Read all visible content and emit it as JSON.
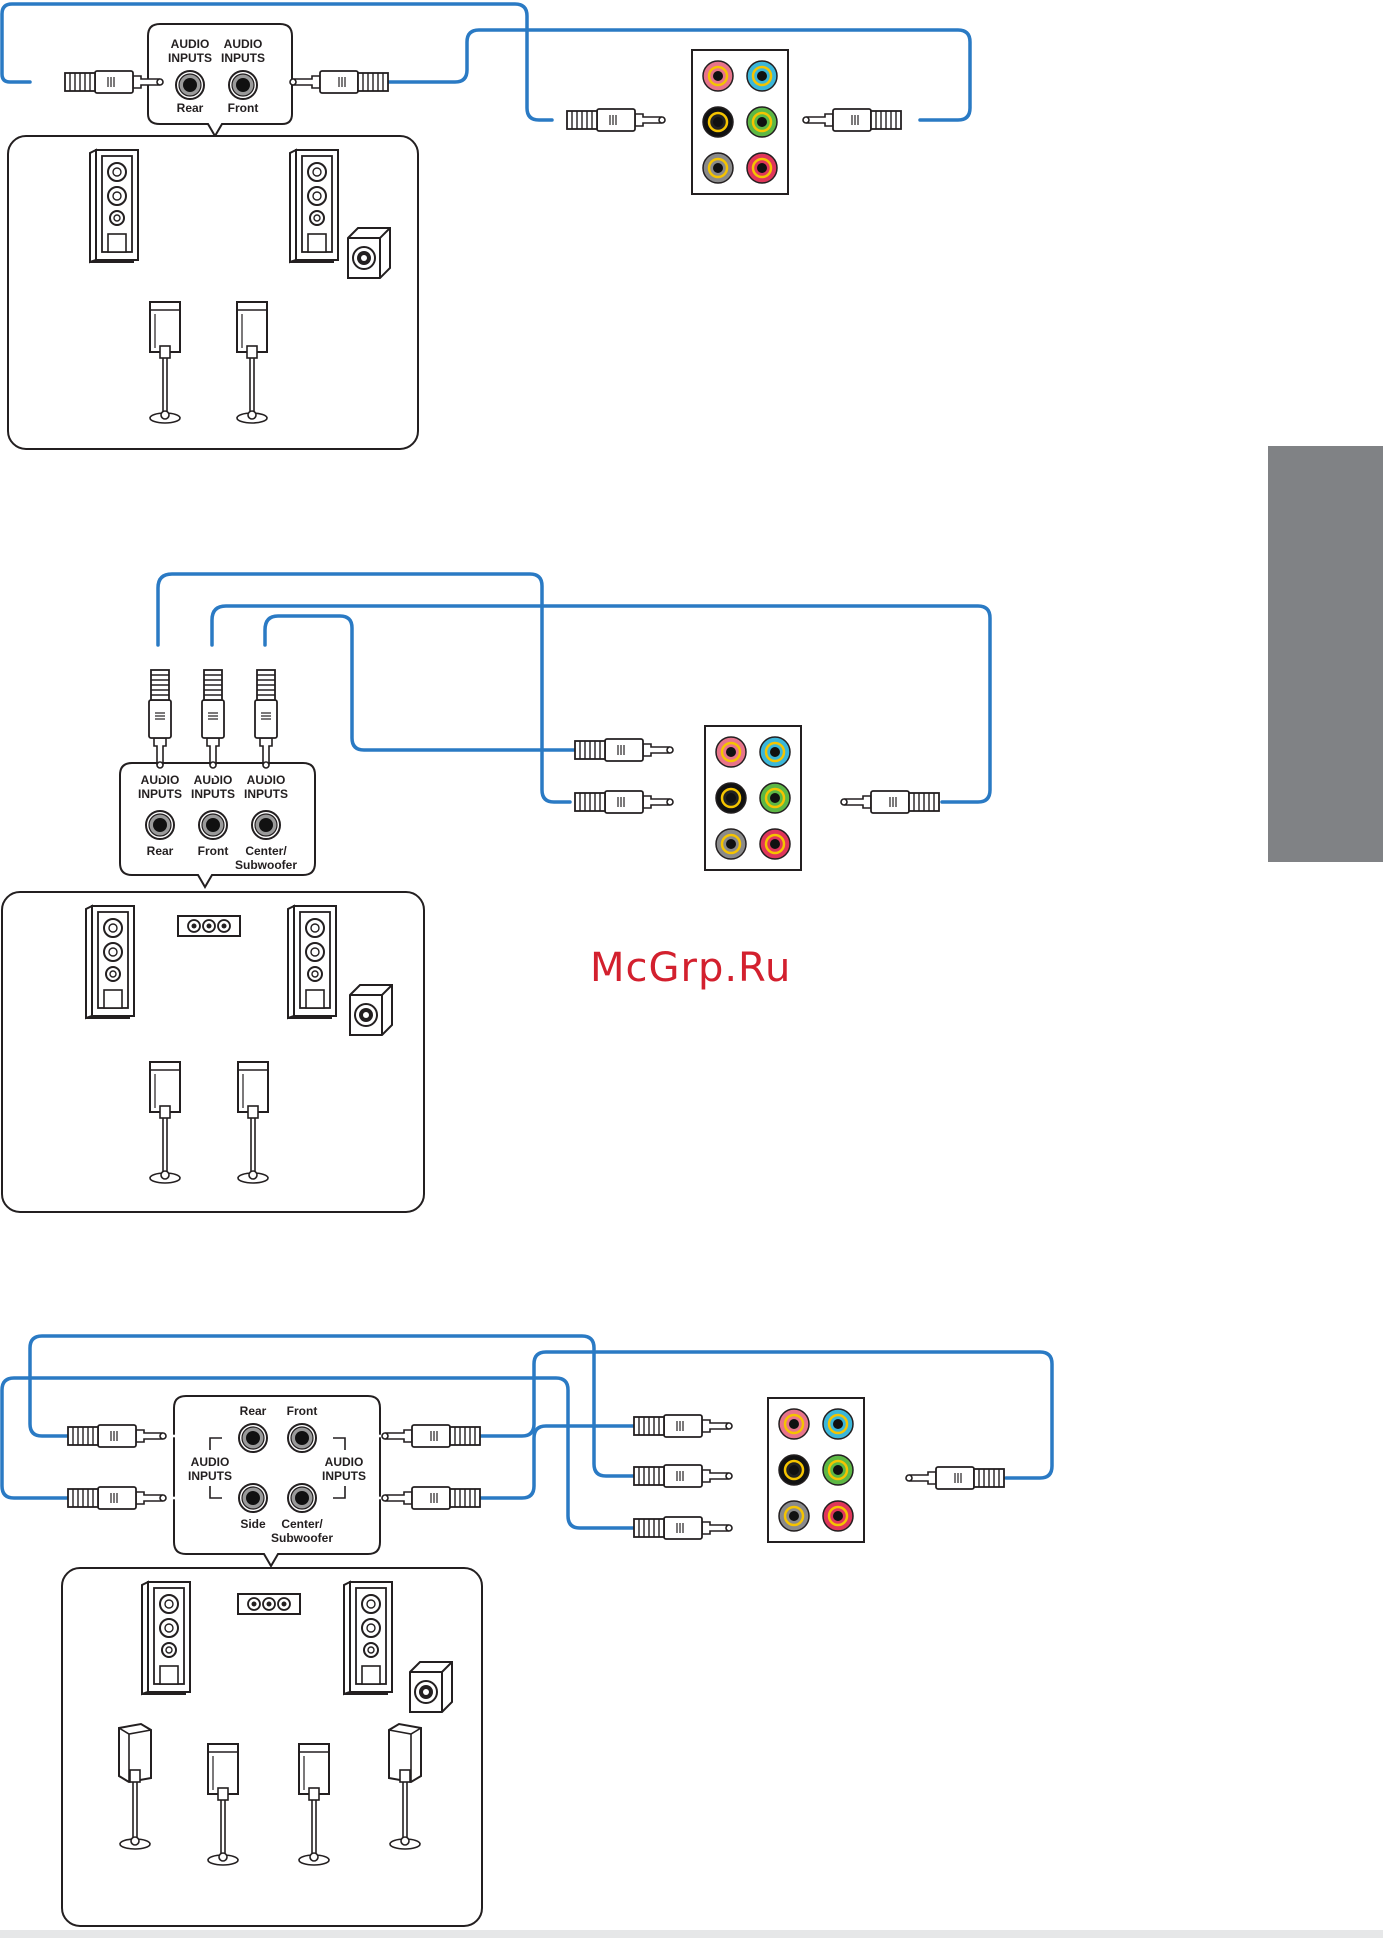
{
  "watermark": "McGrp.Ru",
  "colors": {
    "cable": "#2a7ac4",
    "line": "#231f20",
    "side_tab": "#808285",
    "watermark": "#d3202e",
    "jack_pink": "#e8748a",
    "jack_blue": "#3bb7d9",
    "jack_black": "#111111",
    "jack_green": "#5db845",
    "jack_gray": "#8a8a8a",
    "jack_red": "#e0365a",
    "jack_ring": "#f5c400"
  },
  "icons": [
    "speaker-tower-icon",
    "subwoofer-icon",
    "satellite-speaker-icon",
    "center-speaker-icon",
    "audio-plug-icon",
    "audio-jack-icon"
  ],
  "diagrams": [
    {
      "jack_labels": [
        {
          "title": "AUDIO INPUTS",
          "name": "Rear"
        },
        {
          "title": "AUDIO INPUTS",
          "name": "Front"
        }
      ]
    },
    {
      "jack_labels": [
        {
          "title": "AUDIO INPUTS",
          "name": "Rear"
        },
        {
          "title": "AUDIO INPUTS",
          "name": "Front"
        },
        {
          "title": "AUDIO INPUTS",
          "name": "Center/ Subwoofer"
        }
      ]
    },
    {
      "top_labels": [
        "Rear",
        "Front"
      ],
      "side_titles": [
        "AUDIO INPUTS",
        "AUDIO INPUTS"
      ],
      "bottom_labels": [
        "Side",
        "Center/ Subwoofer"
      ]
    }
  ]
}
